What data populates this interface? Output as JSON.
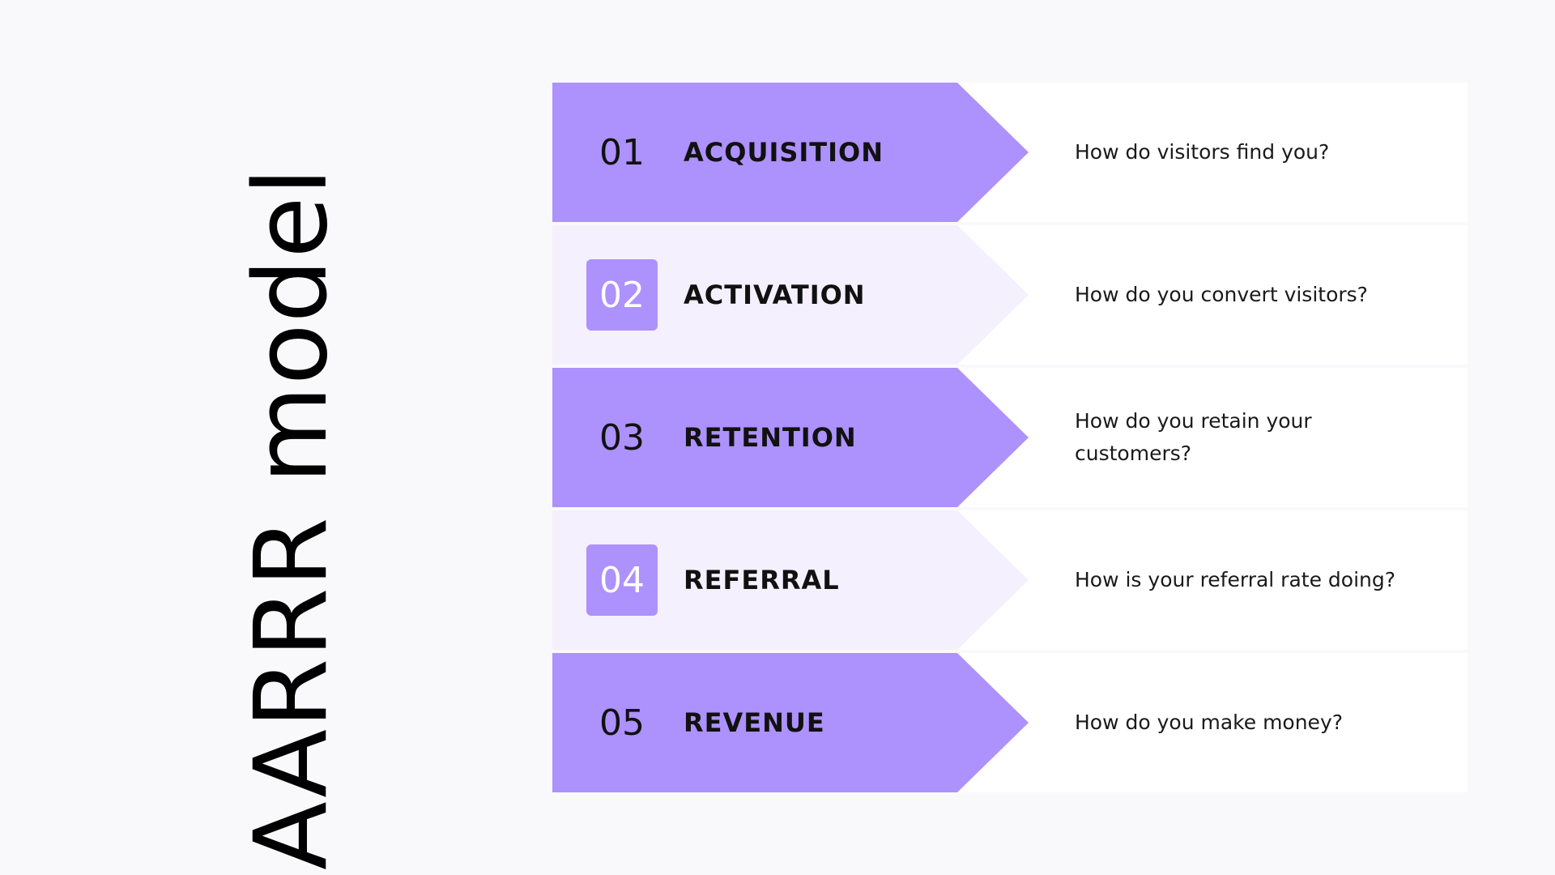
{
  "title": "AARRR model",
  "colors": {
    "background": "#f9f9fb",
    "accent": "#ad91fd",
    "accent_light": "#f5f0fe",
    "panel": "#ffffff"
  },
  "stages": [
    {
      "number": "01",
      "label": "ACQUISITION",
      "question": "How do visitors find you?"
    },
    {
      "number": "02",
      "label": "ACTIVATION",
      "question": "How do you convert visitors?"
    },
    {
      "number": "03",
      "label": "RETENTION",
      "question": "How do you retain your customers?"
    },
    {
      "number": "04",
      "label": "REFERRAL",
      "question": "How is your referral rate doing?"
    },
    {
      "number": "05",
      "label": "REVENUE",
      "question": "How do you make money?"
    }
  ]
}
